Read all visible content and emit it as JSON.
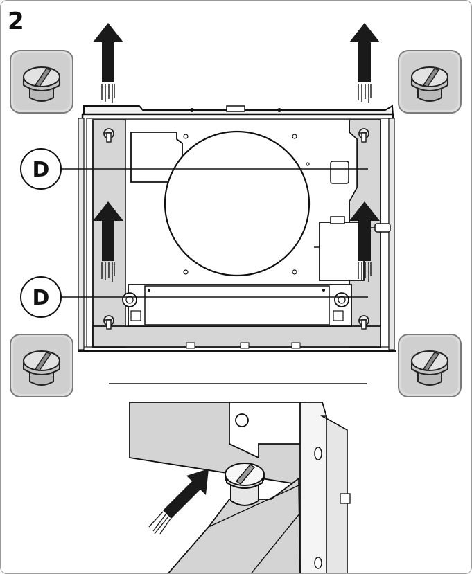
{
  "step_number": "2",
  "callouts": [
    {
      "label": "D"
    },
    {
      "label": "D"
    }
  ],
  "icons": [
    "screw-icon",
    "arrow-up-icon",
    "arrow-diagonal-icon"
  ],
  "colors": {
    "panel_fill": "#d6d6d6",
    "plate_fill": "#ffffff",
    "arrow_fill": "#1a1a1a",
    "line": "#111111",
    "screw_box_fill": "#dcdcdc",
    "screw_fill": "#bdbdbd"
  }
}
